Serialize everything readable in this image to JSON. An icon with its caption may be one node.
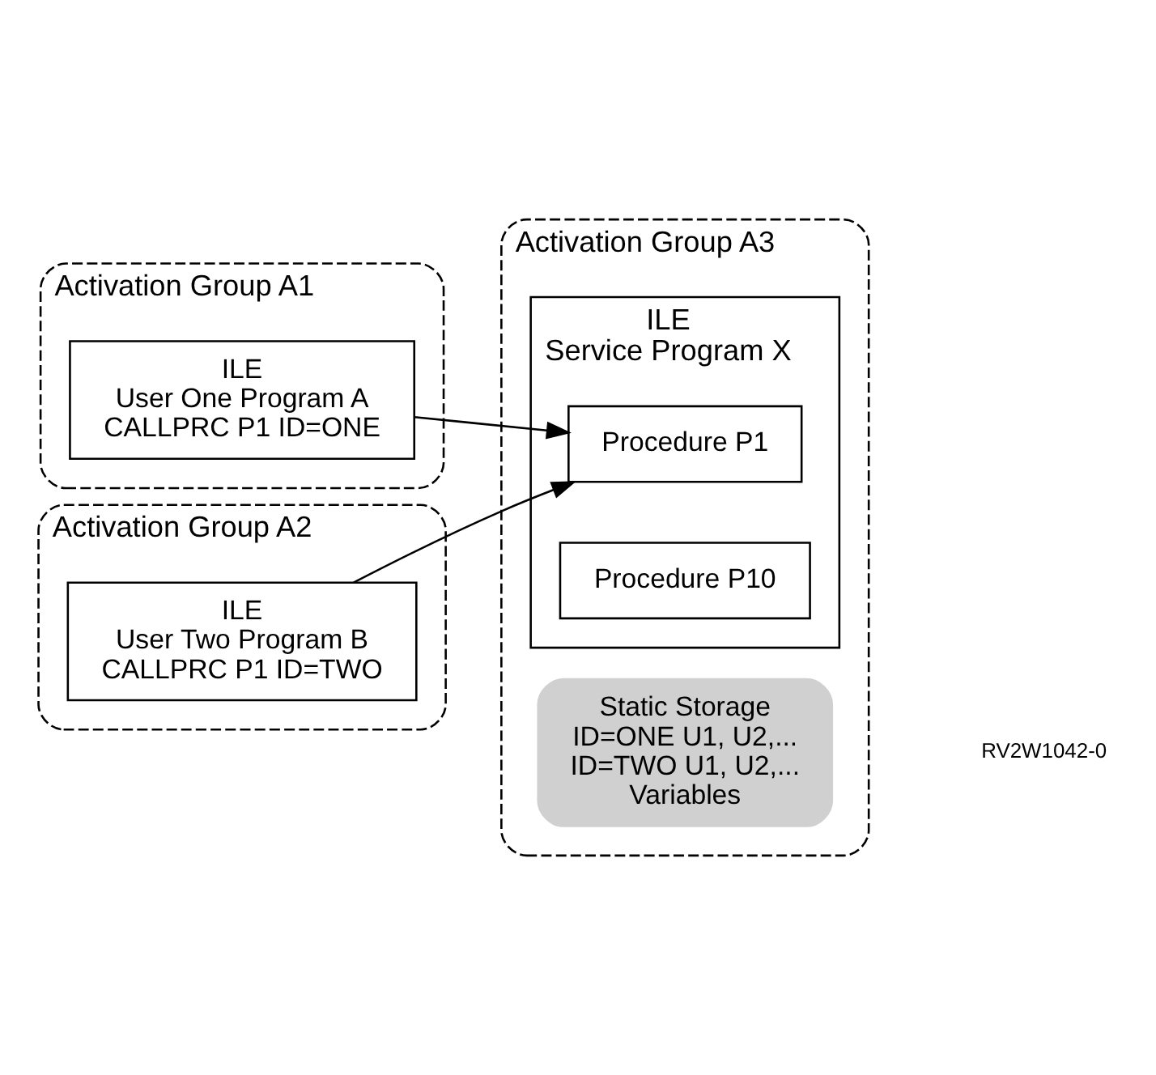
{
  "diagram": {
    "nodes": [
      {
        "text": [
          "Activation Group A1"
        ]
      },
      {
        "text": [
          "ILE",
          "User One Program A",
          "CALLPRC P1 ID=ONE"
        ],
        "in": 0
      },
      {
        "text": [
          "Activation Group A2"
        ]
      },
      {
        "text": [
          "ILE",
          "User Two Program B",
          "CALLPRC P1 ID=TWO"
        ],
        "in": 2
      },
      {
        "text": [
          "Activation Group A3"
        ]
      },
      {
        "text": [
          "ILE",
          "Service Program X"
        ],
        "in": 4
      },
      {
        "text": [
          "Procedure P1"
        ],
        "in": 5
      },
      {
        "text": [
          "Procedure P10"
        ],
        "in": 5
      },
      {
        "text": [
          "Static Storage",
          "ID=ONE U1, U2,...",
          "ID=TWO U1, U2,...",
          "Variables"
        ],
        "in": 4
      }
    ],
    "edges": [
      {
        "from": 1,
        "to": 6,
        "arrow": "to"
      },
      {
        "from": 3,
        "to": 6,
        "arrow": "to"
      }
    ],
    "labels": [
      "RV2W1042-0"
    ]
  }
}
